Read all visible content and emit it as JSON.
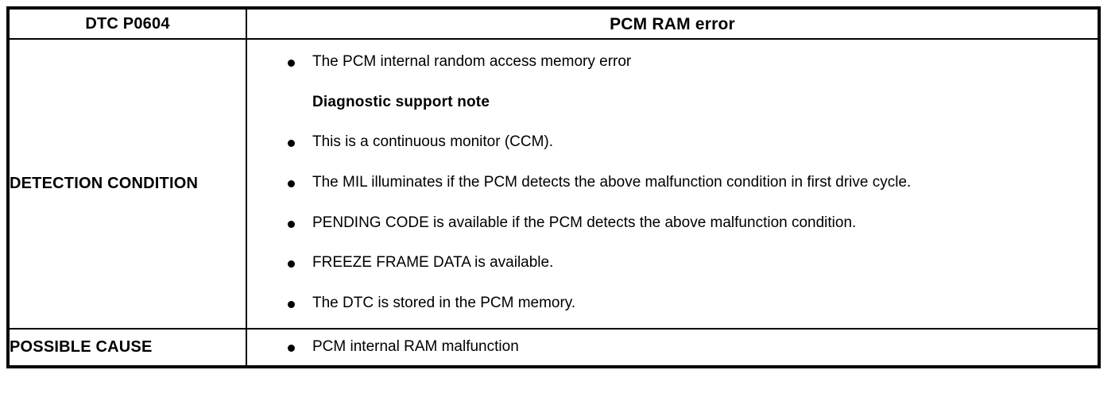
{
  "document": {
    "type": "diagnostic-trouble-code-table",
    "border_color": "#000000",
    "background_color": "#ffffff",
    "text_color": "#000000"
  },
  "table": {
    "header": {
      "code_label": "DTC P0604",
      "title": "PCM RAM error"
    },
    "rows": [
      {
        "label": "DETECTION CONDITION",
        "items": [
          {
            "kind": "bullet",
            "text": "The PCM internal random access memory error"
          },
          {
            "kind": "heading",
            "text": "Diagnostic support note"
          },
          {
            "kind": "bullet",
            "text": "This is a continuous monitor (CCM)."
          },
          {
            "kind": "bullet",
            "text": "The MIL illuminates if the PCM detects the above malfunction condition in first drive cycle."
          },
          {
            "kind": "bullet",
            "text": "PENDING CODE is available if the PCM detects the above malfunction condition."
          },
          {
            "kind": "bullet",
            "text": "FREEZE FRAME DATA is available."
          },
          {
            "kind": "bullet",
            "text": "The DTC is stored in the PCM memory."
          }
        ]
      },
      {
        "label": "POSSIBLE CAUSE",
        "items": [
          {
            "kind": "bullet",
            "text": "PCM internal RAM malfunction"
          }
        ]
      }
    ]
  }
}
